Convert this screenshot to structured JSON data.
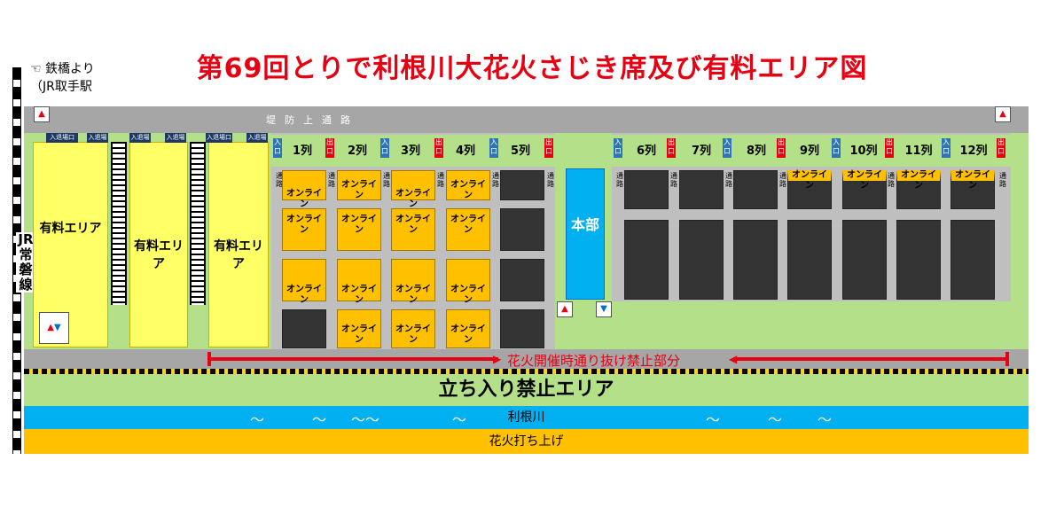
{
  "title": "第69回とりで利根川大花火さじき席及び有料エリア図",
  "from_label": "鉄橋より",
  "from_label2": "（JR取手駅",
  "railway_label": "JR常磐線",
  "levee_road": "堤防上通路",
  "paid_area": "有料エリア",
  "entrance_gate": "入退場口",
  "entrance_gate_short": "入退場",
  "entrance_tag": "入口",
  "exit_tag": "出口",
  "aisle": "通路",
  "online": "オンライン",
  "hq": "本部",
  "no_passing": "花火開催時通り抜け禁止部分",
  "restricted": "立ち入り禁止エリア",
  "river": "利根川",
  "fireworks": "花火打ち上げ",
  "wave": "～",
  "columns_left": [
    "1列",
    "2列",
    "3列",
    "4列",
    "5列"
  ],
  "columns_right": [
    "6列",
    "7列",
    "8列",
    "9列",
    "10列",
    "11列",
    "12列"
  ],
  "colors": {
    "title": "#e60012",
    "paid": "#ffff66",
    "online": "#ffc000",
    "seat": "#333333",
    "river": "#00b0f0",
    "launch": "#ffc000",
    "grass": "#b4e08a",
    "road": "#a6a6a6"
  }
}
